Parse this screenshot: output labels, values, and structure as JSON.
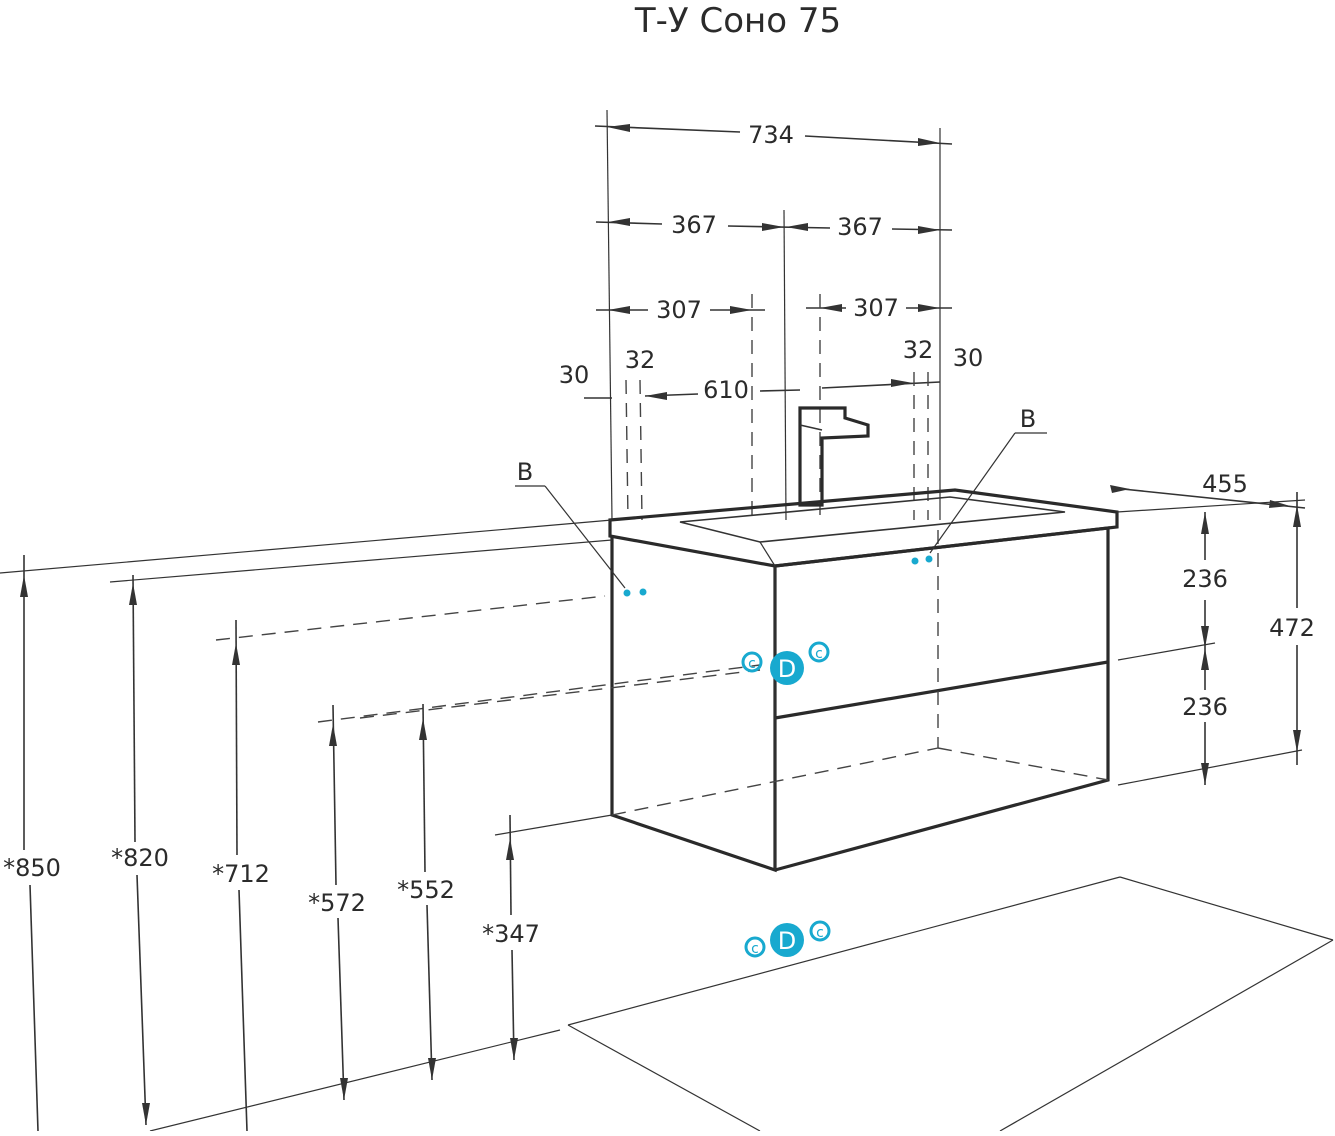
{
  "title": "Т-У Соно 75",
  "dimensions": {
    "w734": "734",
    "w367_left": "367",
    "w367_right": "367",
    "w307_left": "307",
    "w307_right": "307",
    "w30_left": "30",
    "w32_left": "32",
    "w32_right": "32",
    "w30_right": "30",
    "w610": "610",
    "d455": "455",
    "h236_top": "236",
    "h236_bottom": "236",
    "h472": "472",
    "h850": "*850",
    "h820": "*820",
    "h712": "*712",
    "h572": "*572",
    "h552": "*552",
    "h347": "*347"
  },
  "markers": {
    "b_left": "B",
    "b_right": "B",
    "c_label": "c",
    "d_label": "D"
  },
  "colors": {
    "outline": "#2a2a2a",
    "connection": "#18a9cf"
  }
}
